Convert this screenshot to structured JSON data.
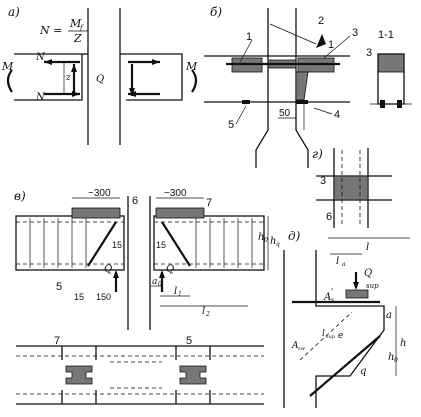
{
  "panels": {
    "a": "а)",
    "b": "б)",
    "v": "в)",
    "g": "г)",
    "d": "д)"
  },
  "formula": {
    "lhs": "N =",
    "num": "M",
    "num_sub": "f",
    "den": "Z"
  },
  "panel_a": {
    "N_top_left": "N",
    "N_bottom_left": "N",
    "M_left": "M",
    "M_right": "M",
    "Q": "Q",
    "z": "z"
  },
  "panel_b": {
    "c1": "1",
    "c2": "2",
    "c3": "3",
    "c4": "4",
    "c5": "5",
    "c1b": "1",
    "dim50": "50"
  },
  "section": {
    "title": "1-1",
    "c3": "3"
  },
  "panel_g": {
    "c3": "3",
    "c6": "6"
  },
  "panel_v": {
    "dim300_left": "~300",
    "dim300_right": "~300",
    "c6": "6",
    "c7": "7",
    "c5": "5",
    "d15_a": "15",
    "d15_b": "15",
    "d15_c": "15",
    "d150": "150",
    "Q_left": "Q",
    "Q_right": "Q",
    "a0": "a",
    "a0_sub": "0",
    "l1": "l",
    "l1_sub": "1",
    "l2": "l",
    "l2_sub": "2",
    "h0": "h",
    "h0_sub": "0",
    "hq": "h",
    "hq_sub": "q",
    "plan_c7": "7",
    "plan_c5": "5"
  },
  "panel_d": {
    "l": "l",
    "la": "l",
    "la_sub": "a",
    "Q": "Q",
    "sup": "sup",
    "As": "A",
    "As_sup": "'",
    "As_sub": "s",
    "a": "a",
    "h": "h",
    "h0": "h",
    "h0_sub": "0",
    "q": "q",
    "e": "e",
    "lsup": "l",
    "lsup_sub": "sup",
    "Asw": "A",
    "Asw_sub": "sw"
  },
  "colors": {
    "ink": "#111111",
    "grout": "#777777",
    "paper": "#ffffff"
  }
}
